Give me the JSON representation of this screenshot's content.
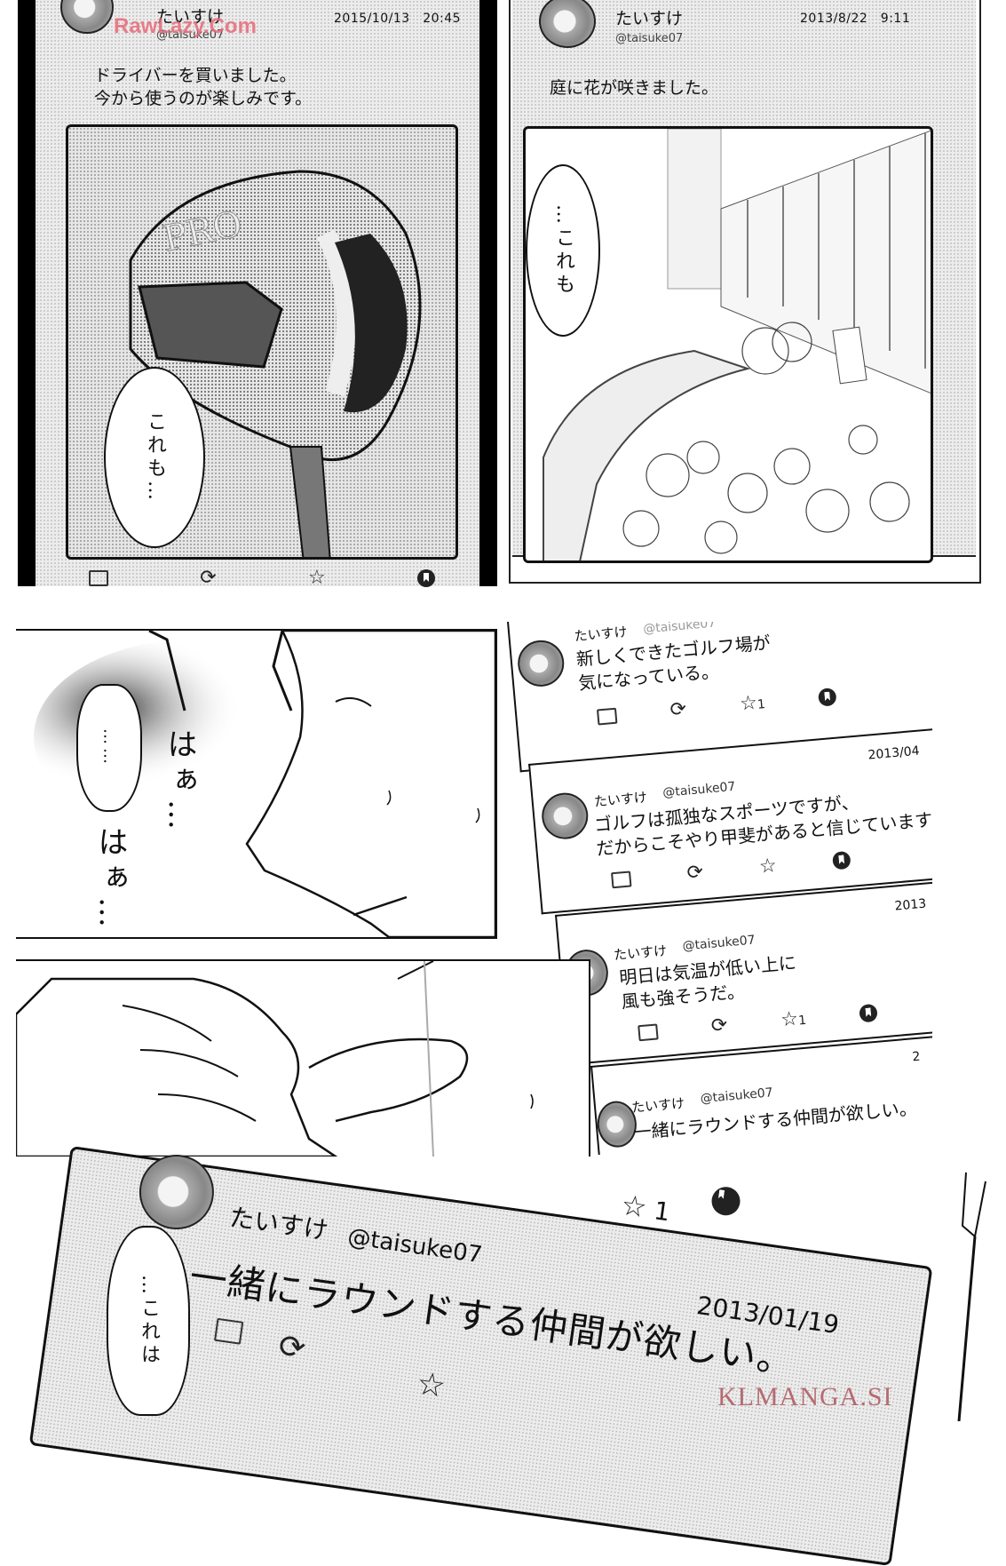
{
  "page": {
    "type": "manga-page",
    "background": "#ffffff"
  },
  "watermarks": {
    "top": "RawLazy.Com",
    "bottom": "KLMANGA.SI"
  },
  "top_posts": [
    {
      "display_name": "たいすけ",
      "handle": "@taisuke07",
      "timestamp": "2015/10/13　20:45",
      "text": "ドライバーを買いました。\n今から使うのが楽しみです。",
      "image": "golf-driver-head",
      "image_label": "PRO",
      "actions": [
        "reply-icon",
        "retweet-icon",
        "star-icon",
        "bookmark-icon"
      ],
      "speech_bubble": "これも…"
    },
    {
      "display_name": "たいすけ",
      "handle": "@taisuke07",
      "timestamp": "2013/8/22　9:11",
      "text": "庭に花が咲きました。",
      "image": "garden-flowers",
      "actions": [],
      "speech_bubble": "…これも"
    }
  ],
  "face_panel": {
    "speech_bubble": "……",
    "sfx": [
      "はぁ…",
      "はぁ…"
    ]
  },
  "timeline": {
    "posts": [
      {
        "display_name": "たいすけ",
        "handle": "@taisuke07",
        "text": "新しくできたゴルフ場が\n気になっている。",
        "date": "",
        "star_count": "1"
      },
      {
        "display_name": "たいすけ",
        "handle": "@taisuke07",
        "text": "ゴルフは孤独なスポーツですが、\nだからこそやり甲斐があると信じています",
        "date": "2013/04",
        "star_count": ""
      },
      {
        "display_name": "たいすけ",
        "handle": "@taisuke07",
        "text": "明日は気温が低い上に\n風も強そうだ。",
        "date": "2013",
        "star_count": "1"
      },
      {
        "display_name": "たいすけ",
        "handle": "@taisuke07",
        "text": "一緒にラウンドする仲間が欲しい。",
        "date": "2",
        "star_count": ""
      }
    ]
  },
  "bottom_post": {
    "display_name": "たいすけ",
    "handle": "@taisuke07",
    "text": "一緒にラウンドする仲間が欲しい。",
    "date": "2013/01/19",
    "star_count": "1",
    "speech_bubble": "…これは"
  }
}
